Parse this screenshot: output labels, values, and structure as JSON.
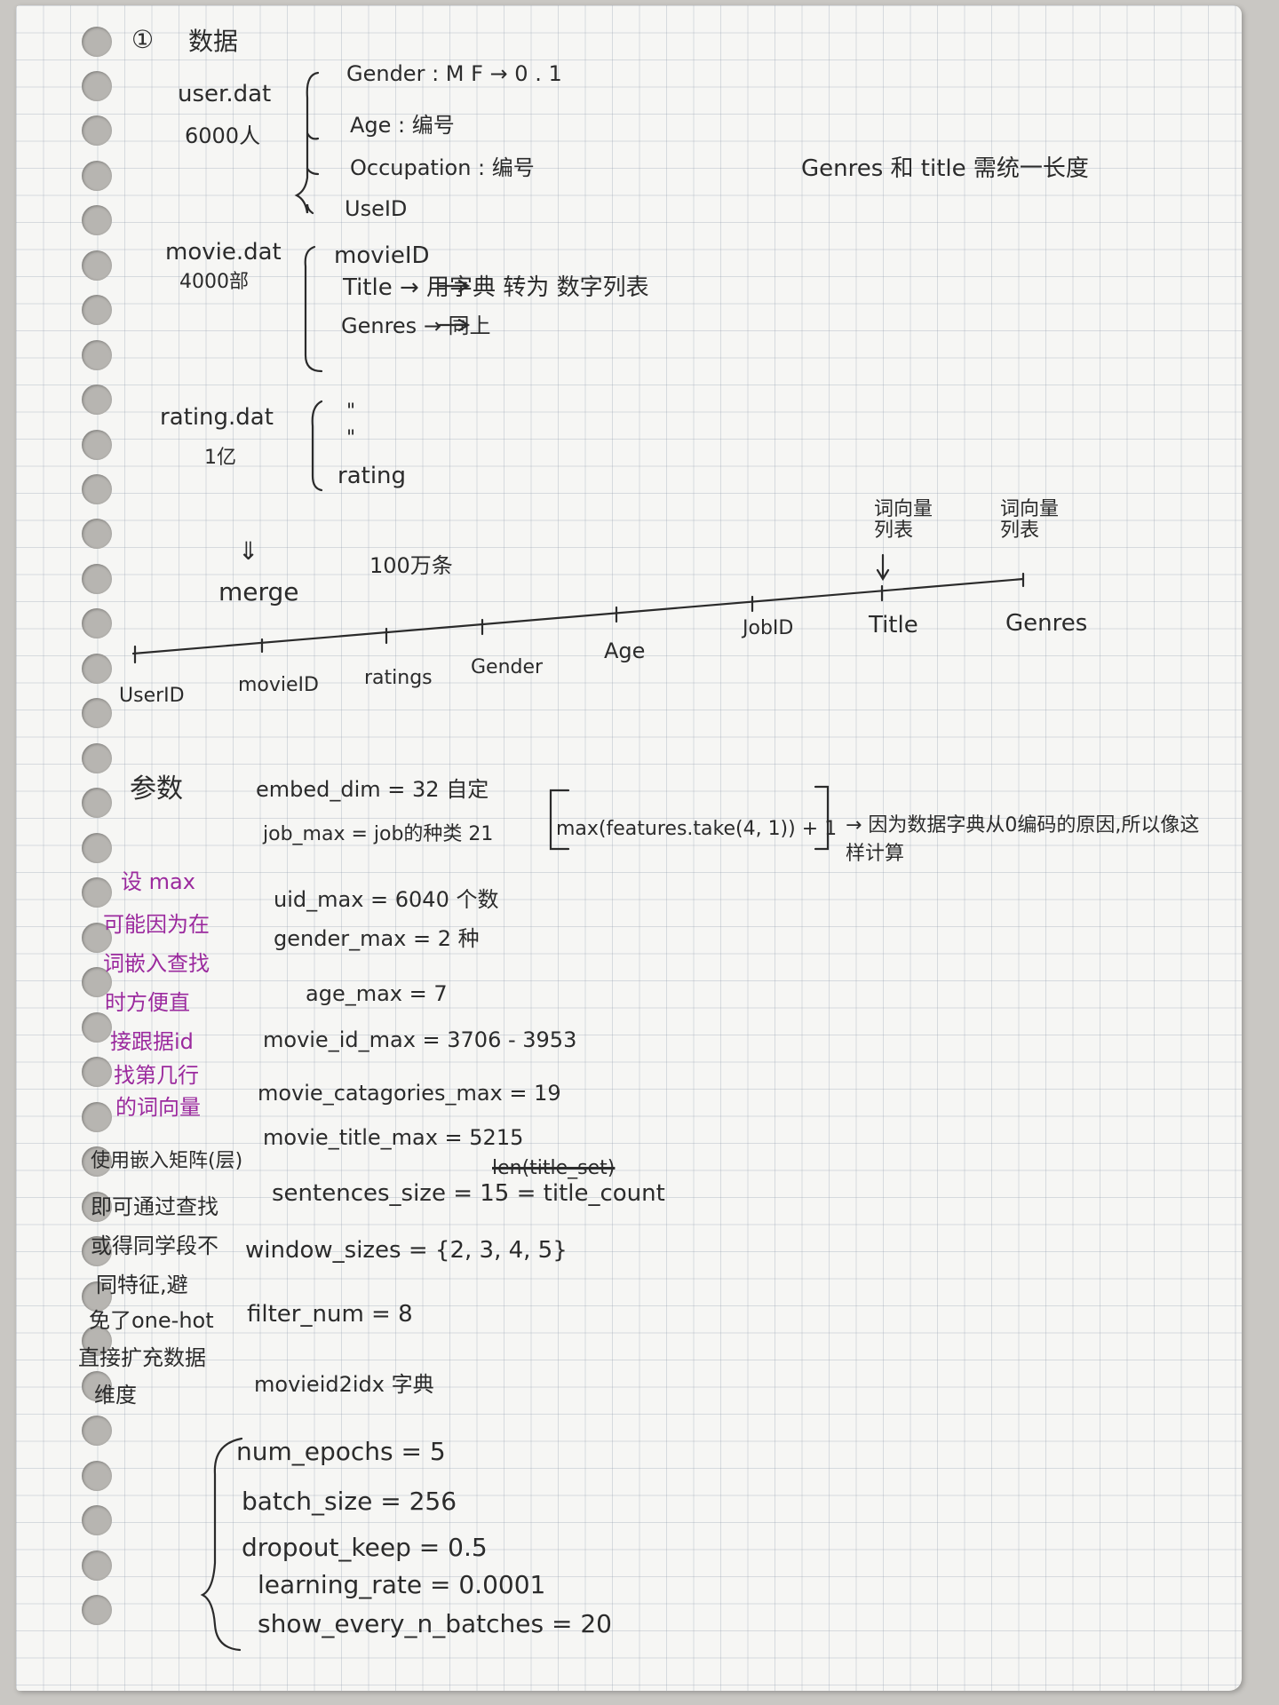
{
  "section1": {
    "title_number": "①",
    "title": "数据",
    "user_file": "user.dat",
    "user_count": "6000人",
    "user_fields": [
      "Gender : M F → 0 . 1",
      "Age : 编号",
      "Occupation : 编号",
      "UseID"
    ],
    "movie_file": "movie.dat",
    "movie_count": "4000部",
    "movie_fields": [
      "movieID",
      "Title → 用字典 转为 数字列表",
      "Genres → 同上"
    ],
    "rating_file": "rating.dat",
    "rating_count": "1亿",
    "rating_fields": [
      "\"",
      "\"",
      "rating"
    ],
    "side_note": "Genres 和 title 需统一长度"
  },
  "merge": {
    "arrow": "⇓",
    "label": "merge",
    "rows": "100万条",
    "axis_labels": [
      "UserID",
      "movieID",
      "ratings",
      "Gender",
      "Age",
      "JobID",
      "Title",
      "Genres"
    ],
    "title_note": "词向量 列表",
    "genres_note": "词向量 列表"
  },
  "params": {
    "heading": "参数",
    "lines": [
      "embed_dim = 32     自定",
      "job_max = job的种类  21",
      "uid_max = 6040 个数",
      "gender_max = 2 种",
      "age_max = 7",
      "movie_id_max = 3706 - 3953",
      "movie_catagories_max = 19",
      "movie_title_max = 5215",
      "sentences_size = 15 = title_count",
      "window_sizes = {2, 3, 4, 5}",
      "filter_num = 8",
      "movieid2idx   字典"
    ],
    "job_formula": "max(features.take(4, 1)) + 1",
    "job_note": "→ 因为数据字典从0编码的原因,所以像这样计算",
    "struck": "len(title_set)"
  },
  "purple_note": [
    "设 max",
    "可能因为在",
    "词嵌入查找",
    "时方便直",
    "接跟据id",
    "找第几行",
    "的词向量"
  ],
  "black_note": [
    "使用嵌入矩阵(层)",
    "即可通过查找",
    "或得同学段不",
    "同特征,避",
    "免了one-hot",
    "直接扩充数据",
    "维度"
  ],
  "training": [
    "num_epochs = 5",
    "batch_size = 256",
    "dropout_keep = 0.5",
    "learning_rate = 0.0001",
    "show_every_n_batches = 20"
  ],
  "colors": {
    "ink": "#2b2b2b",
    "purple": "#9b2a9e",
    "paper": "#f6f6f4"
  }
}
